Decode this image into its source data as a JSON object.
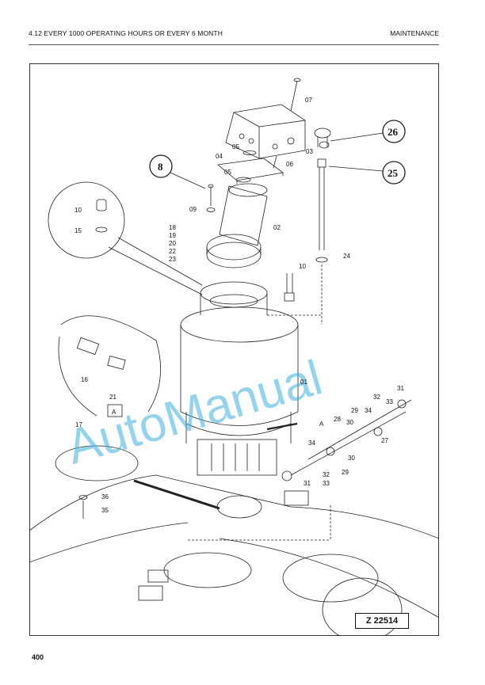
{
  "header": {
    "section_title": "4.12 EVERY 1000 OPERATING HOURS OR EVERY 6 MONTH",
    "chapter": "MAINTENANCE"
  },
  "figure": {
    "watermark": "AutoManual",
    "drawing_number": "Z 22514",
    "callouts": {
      "c26": "26",
      "c25": "25",
      "c8": "8"
    },
    "part_labels": {
      "p07": "07",
      "p03": "03",
      "p05a": "05",
      "p04": "04",
      "p06": "06",
      "p05b": "05",
      "p09": "09",
      "p02": "02",
      "p24": "24",
      "p10a": "10",
      "p15": "15",
      "p18": "18",
      "p19": "19",
      "p20": "20",
      "p22": "22",
      "p23": "23",
      "p10b": "10",
      "p16": "16",
      "p21": "21",
      "pA_box": "A",
      "p01": "01",
      "pA_arrow": "A",
      "p17": "17",
      "p31a": "31",
      "p32a": "32",
      "p33a": "33",
      "p29a": "29",
      "p34a": "34",
      "p28": "28",
      "p30a": "30",
      "p27": "27",
      "p34b": "34",
      "p30b": "30",
      "p32b": "32",
      "p29b": "29",
      "p31b": "31",
      "p33b": "33",
      "p36": "36",
      "p35": "35"
    }
  },
  "footer": {
    "page_number": "400"
  }
}
